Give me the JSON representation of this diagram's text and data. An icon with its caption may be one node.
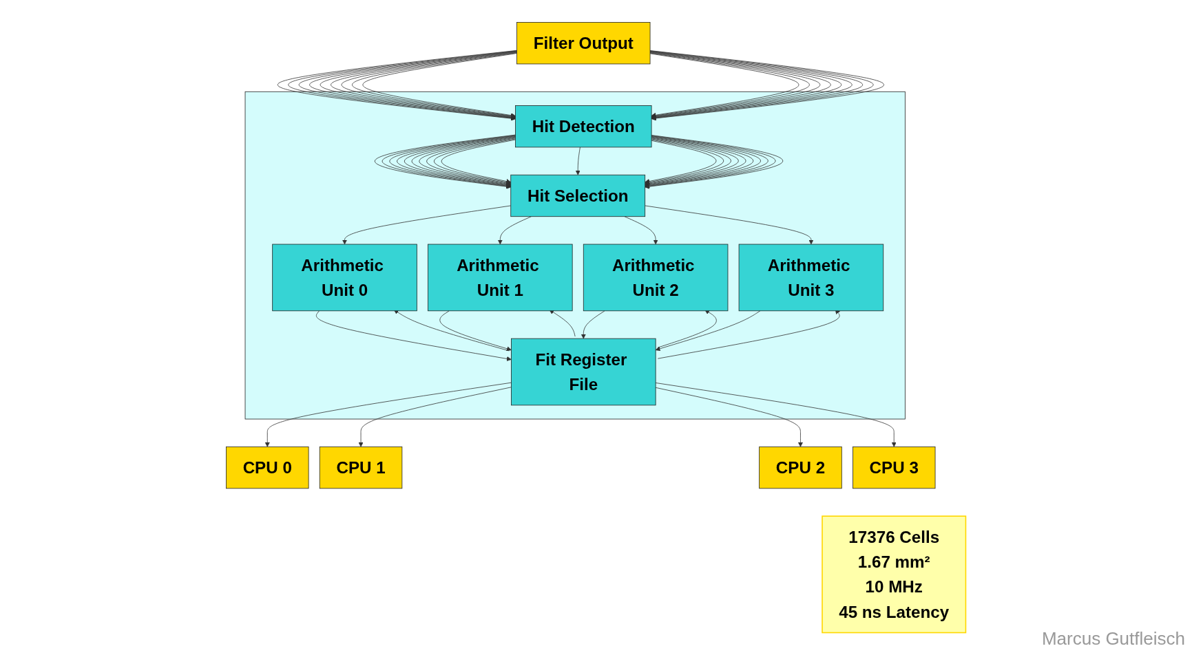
{
  "diagram": {
    "nodes": [
      {
        "text": [
          "Filter Output"
        ]
      },
      {
        "text": [],
        "shape": "box"
      },
      {
        "text": [
          "Hit Detection"
        ],
        "in": 1
      },
      {
        "text": [
          "Hit Selection"
        ],
        "in": 1
      },
      {
        "text": [
          "Arithmetic Unit 0"
        ],
        "in": 1
      },
      {
        "text": [
          "Arithmetic Unit 1"
        ],
        "in": 1
      },
      {
        "text": [
          "Arithmetic Unit 2"
        ],
        "in": 1
      },
      {
        "text": [
          "Arithmetic Unit 3"
        ],
        "in": 1
      },
      {
        "text": [
          "Fit Register File"
        ],
        "in": 1
      },
      {
        "text": [
          "CPU 0"
        ]
      },
      {
        "text": [
          "CPU 1"
        ]
      },
      {
        "text": [
          "CPU 2"
        ]
      },
      {
        "text": [
          "CPU 3"
        ]
      },
      {
        "text": [
          "17376 Cells",
          "1.67 mm²",
          "10 MHz",
          "45 ns Latency"
        ]
      }
    ],
    "edges": [
      {
        "from": 0,
        "to": 2,
        "arrow": "to"
      },
      {
        "from": 0,
        "to": 2,
        "arrow": "to"
      },
      {
        "from": 0,
        "to": 2,
        "arrow": "to"
      },
      {
        "from": 0,
        "to": 2,
        "arrow": "to"
      },
      {
        "from": 0,
        "to": 2,
        "arrow": "to"
      },
      {
        "from": 0,
        "to": 2,
        "arrow": "to"
      },
      {
        "from": 0,
        "to": 2,
        "arrow": "to"
      },
      {
        "from": 0,
        "to": 2,
        "arrow": "to"
      },
      {
        "from": 0,
        "to": 2,
        "arrow": "to"
      },
      {
        "from": 0,
        "to": 2,
        "arrow": "to"
      },
      {
        "from": 0,
        "to": 2,
        "arrow": "to"
      },
      {
        "from": 0,
        "to": 2,
        "arrow": "to"
      },
      {
        "from": 0,
        "to": 2,
        "arrow": "to"
      },
      {
        "from": 0,
        "to": 2,
        "arrow": "to"
      },
      {
        "from": 0,
        "to": 2,
        "arrow": "to"
      },
      {
        "from": 0,
        "to": 2,
        "arrow": "to"
      },
      {
        "from": 0,
        "to": 2,
        "arrow": "to"
      },
      {
        "from": 0,
        "to": 2,
        "arrow": "to"
      },
      {
        "from": 2,
        "to": 3,
        "arrow": "to"
      },
      {
        "from": 2,
        "to": 3,
        "arrow": "to"
      },
      {
        "from": 2,
        "to": 3,
        "arrow": "to"
      },
      {
        "from": 2,
        "to": 3,
        "arrow": "to"
      },
      {
        "from": 2,
        "to": 3,
        "arrow": "to"
      },
      {
        "from": 2,
        "to": 3,
        "arrow": "to"
      },
      {
        "from": 2,
        "to": 3,
        "arrow": "to"
      },
      {
        "from": 2,
        "to": 3,
        "arrow": "to"
      },
      {
        "from": 2,
        "to": 3,
        "arrow": "to"
      },
      {
        "from": 2,
        "to": 3,
        "arrow": "to"
      },
      {
        "from": 2,
        "to": 3,
        "arrow": "to"
      },
      {
        "from": 2,
        "to": 3,
        "arrow": "to"
      },
      {
        "from": 2,
        "to": 3,
        "arrow": "to"
      },
      {
        "from": 2,
        "to": 3,
        "arrow": "to"
      },
      {
        "from": 2,
        "to": 3,
        "arrow": "to"
      },
      {
        "from": 2,
        "to": 3,
        "arrow": "to"
      },
      {
        "from": 2,
        "to": 3,
        "arrow": "to"
      },
      {
        "from": 2,
        "to": 3,
        "arrow": "to"
      },
      {
        "from": 2,
        "to": 3,
        "arrow": "to"
      },
      {
        "from": 2,
        "to": 3,
        "arrow": "to"
      },
      {
        "from": 2,
        "to": 3,
        "arrow": "to"
      },
      {
        "from": 3,
        "to": 4,
        "arrow": "to"
      },
      {
        "from": 3,
        "to": 5,
        "arrow": "to"
      },
      {
        "from": 3,
        "to": 6,
        "arrow": "to"
      },
      {
        "from": 3,
        "to": 7,
        "arrow": "to"
      },
      {
        "from": 4,
        "to": 8,
        "arrow": "to"
      },
      {
        "from": 8,
        "to": 4,
        "arrow": "to"
      },
      {
        "from": 5,
        "to": 8,
        "arrow": "to"
      },
      {
        "from": 8,
        "to": 5,
        "arrow": "to"
      },
      {
        "from": 6,
        "to": 8,
        "arrow": "to"
      },
      {
        "from": 8,
        "to": 6,
        "arrow": "to"
      },
      {
        "from": 7,
        "to": 8,
        "arrow": "to"
      },
      {
        "from": 8,
        "to": 7,
        "arrow": "to"
      },
      {
        "from": 8,
        "to": 9,
        "arrow": "to"
      },
      {
        "from": 8,
        "to": 10,
        "arrow": "to"
      },
      {
        "from": 8,
        "to": 11,
        "arrow": "to"
      },
      {
        "from": 8,
        "to": 12,
        "arrow": "to"
      }
    ],
    "labels": [
      "Marcus Gutfleisch"
    ]
  }
}
